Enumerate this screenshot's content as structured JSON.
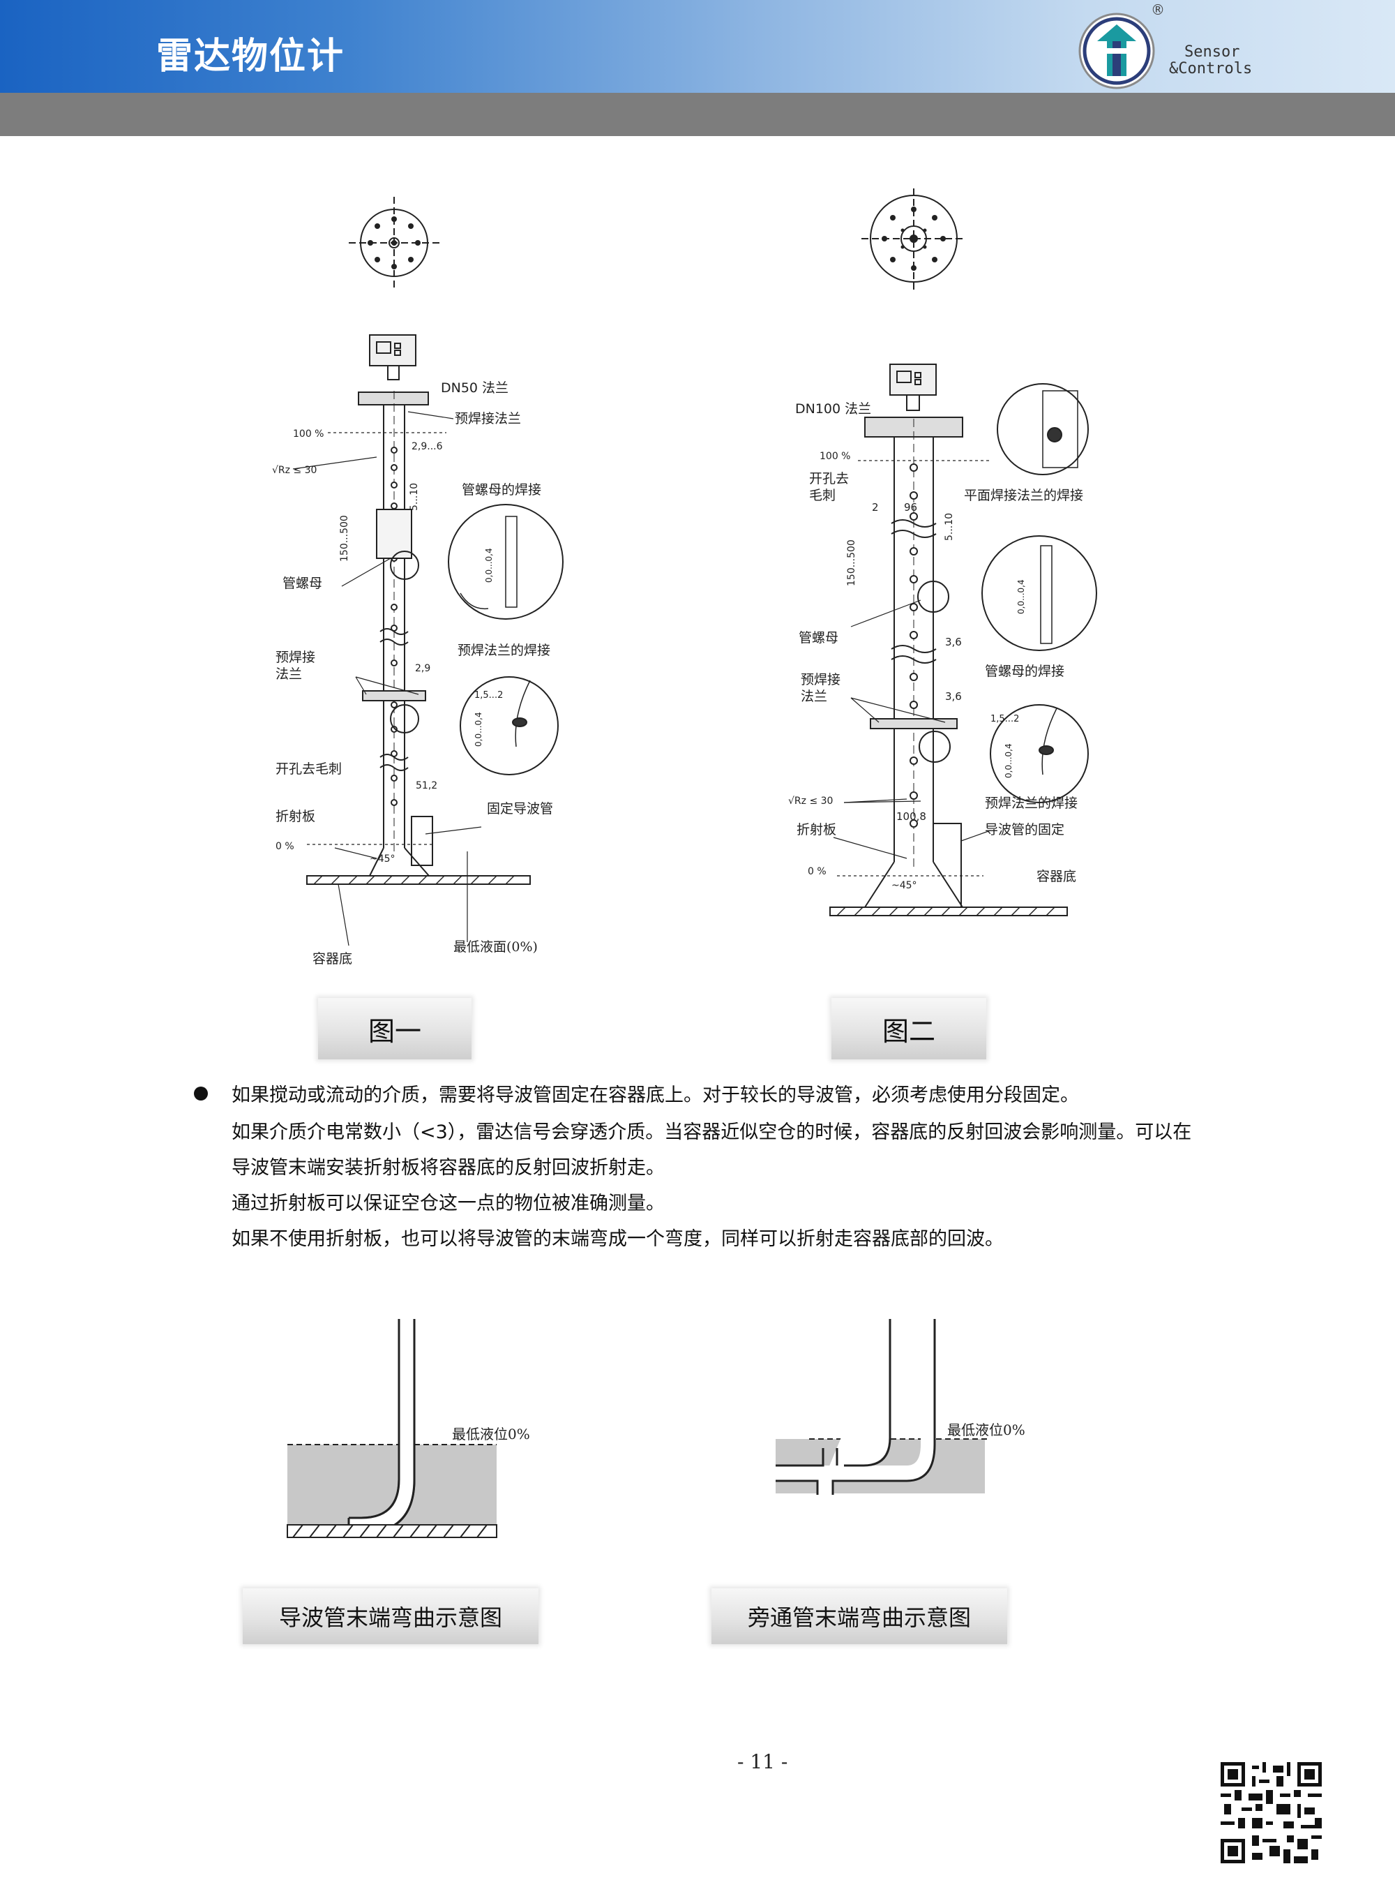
{
  "header": {
    "title": "雷达物位计",
    "brand_line1": "Sensor",
    "brand_line2": "&Controls",
    "registered": "®"
  },
  "figure1": {
    "caption": "图一",
    "labels": {
      "flange": "DN50 法兰",
      "pre_weld_flange": "预焊接法兰",
      "pct100": "100 %",
      "dim_hole": "2,9...6",
      "roughness": "√Rz ≤ 30",
      "dim_span": "5...10",
      "nut_weld": "管螺母的焊接",
      "dim_length": "150...500",
      "dim_gap": "0,0...0,4",
      "pipe_nut": "管螺母",
      "pre_weld_weld": "预焊法兰的焊接",
      "pre_weld_flange_a": "预焊接",
      "pre_weld_flange_b": "法兰",
      "dim_29": "2,9",
      "dim_15_2": "1,5...2",
      "deburr": "开孔去毛刺",
      "dim_512": "51,2",
      "fix_pipe": "固定导波管",
      "reflector": "折射板",
      "pct0": "0 %",
      "angle": "~45°",
      "min_level": "最低液面(0%)",
      "vessel_bottom": "容器底"
    }
  },
  "figure2": {
    "caption": "图二",
    "labels": {
      "flange": "DN100 法兰",
      "pct100": "100 %",
      "deburr_a": "开孔去",
      "deburr_b": "毛刺",
      "dim_2": "2",
      "dim_96": "96",
      "flat_weld": "平面焊接法兰的焊接",
      "dim_span": "5...10",
      "dim_length": "150...500",
      "dim_gap": "0,0...0,4",
      "pipe_nut": "管螺母",
      "dim_36a": "3,6",
      "nut_weld": "管螺母的焊接",
      "pre_weld_flange_a": "预焊接",
      "pre_weld_flange_b": "法兰",
      "dim_36b": "3,6",
      "dim_15_2": "1,5...2",
      "roughness": "√Rz ≤ 30",
      "dim_1008": "100,8",
      "pre_weld_weld": "预焊法兰的焊接",
      "reflector": "折射板",
      "fix_pipe": "导波管的固定",
      "pct0": "0 %",
      "angle": "~45°",
      "vessel_bottom": "容器底"
    }
  },
  "paragraph": {
    "line1": "如果搅动或流动的介质，需要将导波管固定在容器底上。对于较长的导波管，必须考虑使用分段固定。",
    "line2": "如果介质介电常数小（<3），雷达信号会穿透介质。当容器近似空仓的时候，容器底的反射回波会影响测量。可以在",
    "line3": "导波管末端安装折射板将容器底的反射回波折射走。",
    "line4": "通过折射板可以保证空仓这一点的物位被准确测量。",
    "line5": "如果不使用折射板，也可以将导波管的末端弯成一个弯度，同样可以折射走容器底部的回波。"
  },
  "bend1": {
    "label": "最低液位0%",
    "caption": "导波管末端弯曲示意图"
  },
  "bend2": {
    "label": "最低液位0%",
    "caption": "旁通管末端弯曲示意图"
  },
  "footer": {
    "page_number": "- 11 -"
  },
  "colors": {
    "header_blue": "#1a63c2",
    "header_light": "#d9e8f6",
    "gray_band": "#7d7d7d",
    "liquid_fill": "#c8c8c8",
    "logo_teal": "#1a9aa0"
  }
}
